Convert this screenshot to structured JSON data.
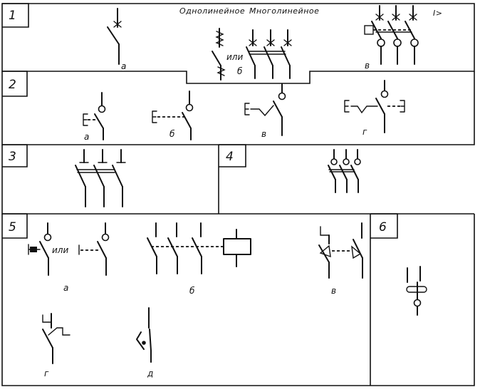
{
  "diagram": {
    "header": {
      "single_line": "Однолинейное",
      "multi_line": "Многолинейное",
      "overcurrent_mark": "I>"
    },
    "sections": [
      {
        "number": "1",
        "labels": [
          "а",
          "б",
          "в"
        ],
        "or_text": "или"
      },
      {
        "number": "2",
        "labels": [
          "а",
          "б",
          "в",
          "г"
        ]
      },
      {
        "number": "3"
      },
      {
        "number": "4"
      },
      {
        "number": "5",
        "labels": [
          "а",
          "б",
          "в",
          "г",
          "д"
        ],
        "or_text": "или"
      },
      {
        "number": "6"
      }
    ]
  }
}
